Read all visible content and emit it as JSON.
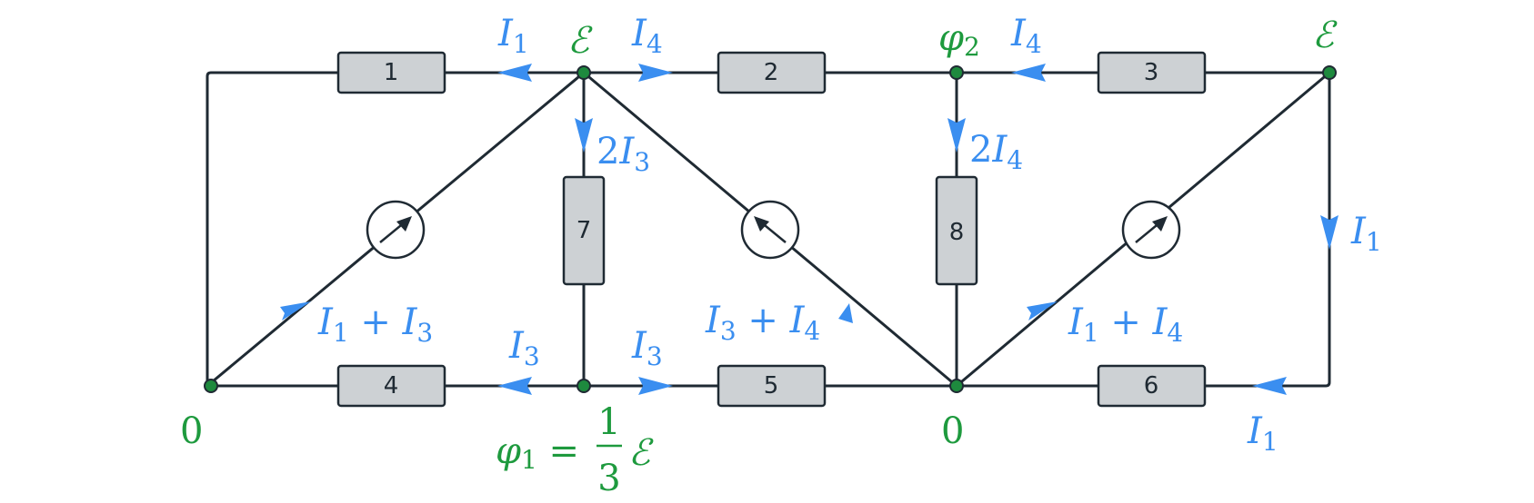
{
  "resistors": [
    {
      "label": "1"
    },
    {
      "label": "2"
    },
    {
      "label": "3"
    },
    {
      "label": "4"
    },
    {
      "label": "5"
    },
    {
      "label": "6"
    },
    {
      "label": "7"
    },
    {
      "label": "8"
    }
  ],
  "potentials": {
    "top_left_emf": "ℰ",
    "top_right_emf": "ℰ",
    "phi2_sym": "φ",
    "phi2_sub": "2",
    "ground_left": "0",
    "ground_mid": "0",
    "phi1_sym": "φ",
    "phi1_sub": "1",
    "phi1_eq": " = ",
    "phi1_num": "1",
    "phi1_den": "3",
    "phi1_emf": "ℰ"
  },
  "currents": {
    "I": "I",
    "one": "1",
    "three": "3",
    "four": "4",
    "two": "2",
    "plus": " + "
  },
  "colors": {
    "current": "#3a8ef0",
    "potential": "#1e9a3e",
    "wire": "#1f2a33",
    "resistor_fill": "#cdd1d4"
  }
}
